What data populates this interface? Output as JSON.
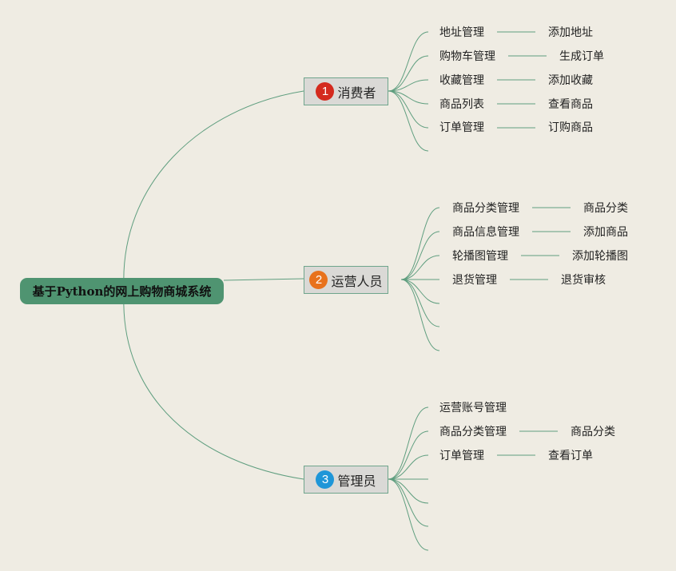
{
  "root": {
    "label": "基于Python的网上购物商城系统"
  },
  "branches": [
    {
      "number": "1",
      "label": "消费者",
      "badge_color": "#d42a1e",
      "items": [
        {
          "label": "地址管理",
          "child": "添加地址"
        },
        {
          "label": "购物车管理",
          "child": "生成订单"
        },
        {
          "label": "收藏管理",
          "child": "添加收藏"
        },
        {
          "label": "商品列表",
          "child": "查看商品"
        },
        {
          "label": "订单管理",
          "child": "订购商品"
        },
        {
          "label": "",
          "child": ""
        }
      ]
    },
    {
      "number": "2",
      "label": "运营人员",
      "badge_color": "#e8721c",
      "items": [
        {
          "label": "商品分类管理",
          "child": "商品分类"
        },
        {
          "label": "商品信息管理",
          "child": "添加商品"
        },
        {
          "label": "轮播图管理",
          "child": "添加轮播图"
        },
        {
          "label": "退货管理",
          "child": "退货审核"
        },
        {
          "label": "",
          "child": ""
        },
        {
          "label": "",
          "child": ""
        },
        {
          "label": "",
          "child": ""
        }
      ]
    },
    {
      "number": "3",
      "label": "管理员",
      "badge_color": "#1e96d8",
      "items": [
        {
          "label": "运营账号管理",
          "child": ""
        },
        {
          "label": "商品分类管理",
          "child": "商品分类"
        },
        {
          "label": "订单管理",
          "child": "查看订单"
        },
        {
          "label": "",
          "child": ""
        },
        {
          "label": "",
          "child": ""
        },
        {
          "label": "",
          "child": ""
        },
        {
          "label": "",
          "child": ""
        }
      ]
    }
  ],
  "colors": {
    "background": "#efece3",
    "root_fill": "#4f9471",
    "link": "#5f9e7f"
  }
}
